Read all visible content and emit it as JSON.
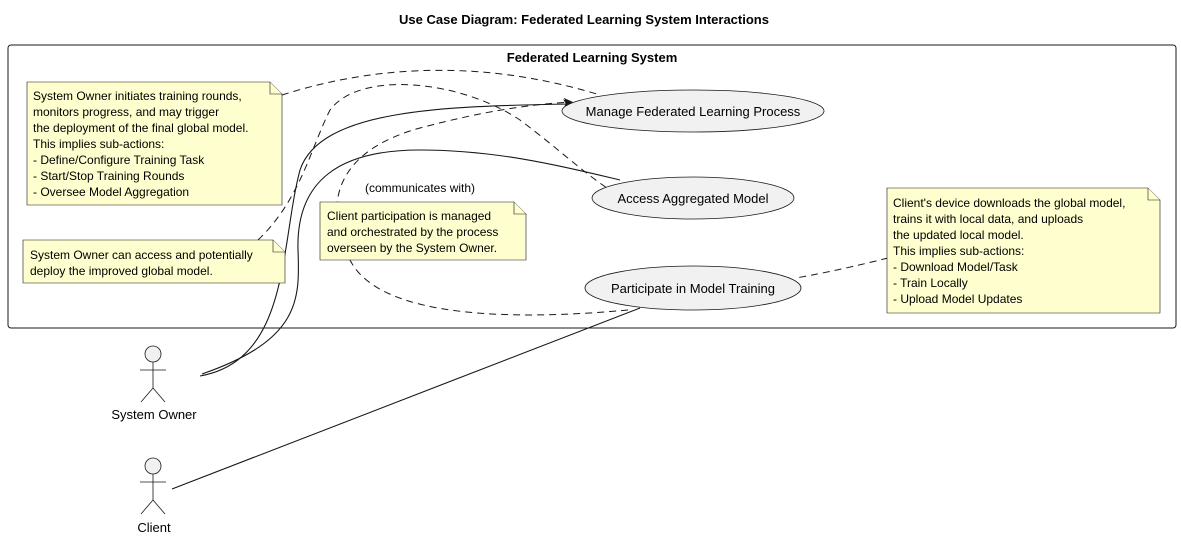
{
  "title": "Use Case Diagram: Federated Learning System Interactions",
  "system": {
    "title": "Federated Learning System"
  },
  "use_cases": {
    "manage": "Manage Federated Learning Process",
    "access": "Access Aggregated Model",
    "participate": "Participate in Model Training"
  },
  "actors": {
    "owner": "System Owner",
    "client": "Client"
  },
  "edge_labels": {
    "communicates": "(communicates with)"
  },
  "notes": {
    "owner_manage": [
      "System Owner initiates training rounds,",
      "monitors progress, and may trigger",
      "the deployment of the final global model.",
      "This implies sub-actions:",
      "- Define/Configure Training Task",
      "- Start/Stop Training Rounds",
      "- Oversee Model Aggregation"
    ],
    "owner_access": [
      "System Owner can access and potentially",
      "deploy the improved global model."
    ],
    "client_participation": [
      "Client participation is managed",
      "and orchestrated by the process",
      "overseen by the System Owner."
    ],
    "client_device": [
      "Client's device downloads the global model,",
      "trains it with local data, and uploads",
      "the updated local model.",
      "This implies sub-actions:",
      "- Download Model/Task",
      "- Train Locally",
      "- Upload Model Updates"
    ]
  }
}
